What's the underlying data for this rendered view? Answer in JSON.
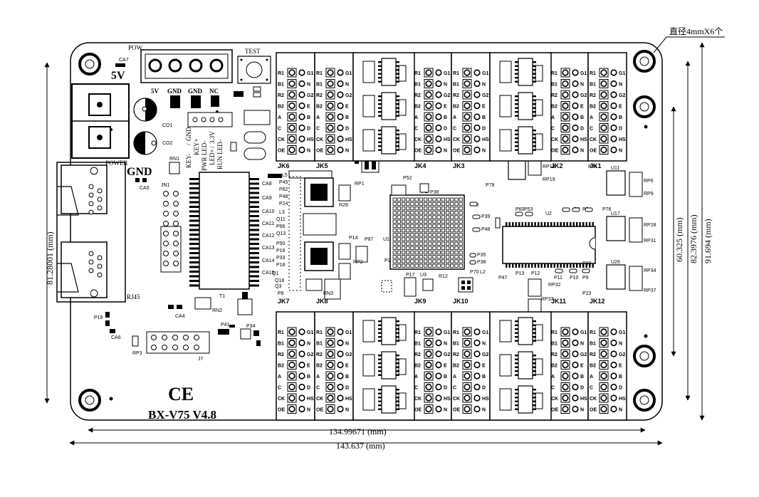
{
  "board": {
    "model": "BX-V75  V4.8",
    "ce_mark": "CE",
    "note_top": "直径4mmX6个",
    "power_labels": {
      "pow": "POW",
      "test": "TEST",
      "v5": "5V",
      "v5_small": "5V",
      "gnd_small": "GND",
      "gnd_small2": "GND",
      "nc": "NC",
      "gnd_big": "GND",
      "power": "POWER",
      "rj45": "RJ45"
    },
    "status_lines": [
      "KEY-",
      "GND",
      "KEY+",
      "PWR LED-",
      "LED+",
      "3.3V",
      "RUN LED-"
    ]
  },
  "dimensions": {
    "width_inner": "134.99671  (mm)",
    "width_outer": "143.637  (mm)",
    "height_left": "81.28001  (mm)",
    "height_r1": "60.325  (mm)",
    "height_r2": "82.3976  (mm)",
    "height_r3": "91.694  (mm)"
  },
  "connectors": {
    "top": [
      "JK6",
      "JK5",
      "JK4",
      "JK3",
      "JK2",
      "JK1"
    ],
    "bottom": [
      "JK7",
      "JK8",
      "JK9",
      "JK10",
      "JK11",
      "JK12"
    ],
    "left_pins": [
      "R1",
      "B1",
      "R2",
      "B2",
      "A",
      "C",
      "CK",
      "OE"
    ],
    "right_pins": [
      "G1",
      "N",
      "G2",
      "E",
      "B",
      "D",
      "HS",
      "N"
    ]
  },
  "chips": {
    "u1": "U1",
    "u2": "U2",
    "u3": "U3",
    "t1": "T1",
    "jn1": "JN1",
    "j7": "J7",
    "rp3": "RP3",
    "rn1": "RN1",
    "rn2": "RN2",
    "ca4": "CA4",
    "ca5": "CA5",
    "ca6": "CA6",
    "ca7": "CA7",
    "p19": "P19"
  }
}
